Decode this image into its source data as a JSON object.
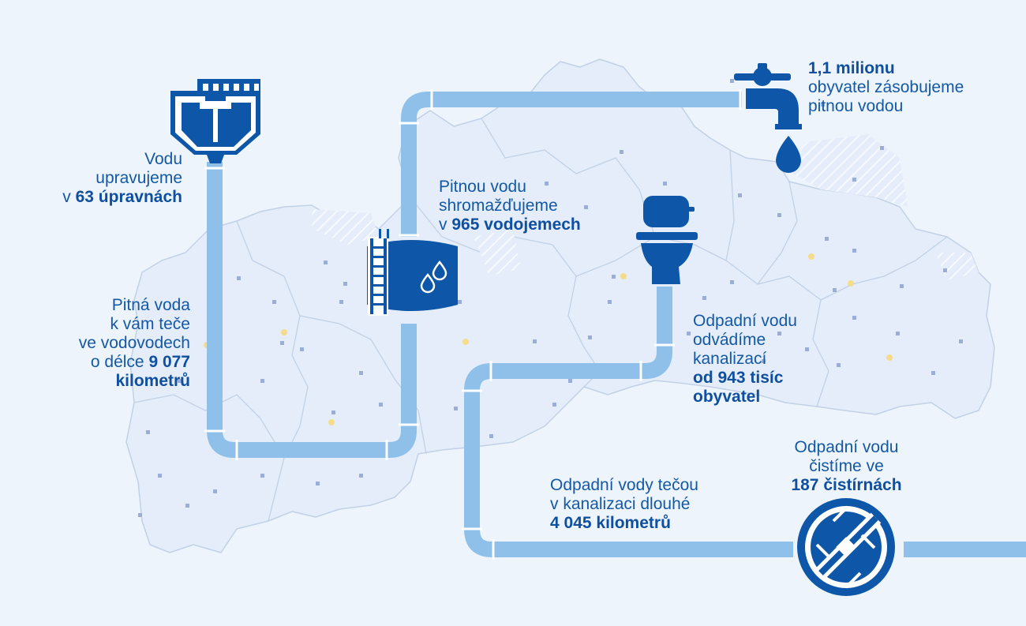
{
  "colors": {
    "background": "#eef4fc",
    "map_fill": "#e4edf9",
    "map_border": "#c2d1e6",
    "pipe": "#8fc0ea",
    "pipe_joint": "#ffffff",
    "icon": "#0e57a8",
    "text": "#1359a6",
    "dot_blue": "#9aaed8",
    "dot_yellow": "#f5dc8a"
  },
  "icons": [
    "treatment-plant-icon",
    "water-reservoir-icon",
    "faucet-icon",
    "water-drop-icon",
    "toilet-icon",
    "wastewater-treatment-icon"
  ],
  "steps": {
    "treatment": {
      "l1": "Vodu",
      "l2": "upravujeme",
      "l3_plain": "v ",
      "l3_bold": "63 úpravnách"
    },
    "pipelines": {
      "l1": "Pitná voda",
      "l2": "k vám teče",
      "l3": "ve vodovodech",
      "l4_plain": "o délce ",
      "l4_bold": "9 077",
      "l5_bold": "kilometrů"
    },
    "reservoirs": {
      "l1": "Pitnou vodu",
      "l2": "shromažďujeme",
      "l3_plain": "v ",
      "l3_bold": "965 vodojemech"
    },
    "supply": {
      "l1_bold": "1,1 milionu",
      "l2": "obyvatel zásobujeme",
      "l3": "pitnou vodou"
    },
    "sewage": {
      "l1": "Odpadní vodu",
      "l2": "odvádíme",
      "l3": "kanalizací",
      "l4_bold": "od 943 tisíc",
      "l5_bold": "obyvatel"
    },
    "sewers": {
      "l1": "Odpadní vody tečou",
      "l2": "v kanalizaci dlouhé",
      "l3_bold": "4 045 kilometrů"
    },
    "cleaning": {
      "l1": "Odpadní vodu",
      "l2": "čistíme ve",
      "l3_bold": "187 čistírnách"
    }
  }
}
